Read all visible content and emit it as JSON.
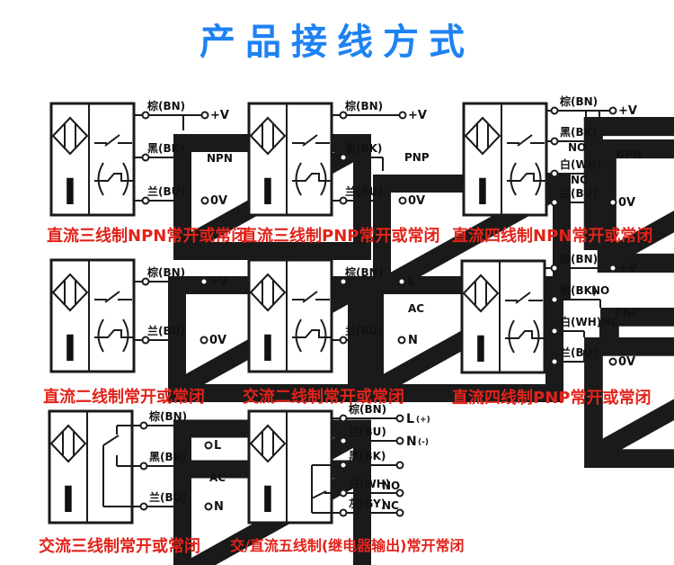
{
  "title": "产品接线方式",
  "sensor_symbol_label": "I",
  "colors": {
    "title_blue": "#1e82f3",
    "caption_red": "#e2231a",
    "line_black": "#1a1a1a"
  },
  "diagrams": [
    {
      "caption": "直流三线制NPN常开或常闭",
      "labels": {
        "bn": "棕(BN)",
        "bk": "黑(BK)",
        "bu": "兰(BU)",
        "vplus": "+V",
        "zero": "0V",
        "type": "NPN"
      }
    },
    {
      "caption": "直流三线制PNP常开或常闭",
      "labels": {
        "bn": "棕(BN)",
        "bk": "黑(BK)",
        "bu": "兰(BU)",
        "vplus": "+V",
        "zero": "0V",
        "type": "PNP"
      }
    },
    {
      "caption": "直流四线制NPN常开或常闭",
      "labels": {
        "bn": "棕(BN)",
        "bk": "黑(BK)",
        "wh": "白(WH)",
        "bu": "兰(BU)",
        "no": "NO",
        "nc": "NC",
        "vplus": "+V",
        "zero": "0V",
        "type": "NPN"
      }
    },
    {
      "caption": "直流二线制常开或常闭",
      "labels": {
        "bn": "棕(BN)",
        "bu": "兰(BU)",
        "vplus": "+V",
        "zero": "0V"
      }
    },
    {
      "caption": "交流二线制常开或常闭",
      "labels": {
        "bn": "棕(BN)",
        "bu": "兰(BU)",
        "l": "L",
        "n": "N",
        "ac": "AC"
      }
    },
    {
      "caption": "直流四线制PNP常开或常闭",
      "labels": {
        "bn": "棕(BN)",
        "bk": "黑(BK)",
        "no": "NO",
        "wh": "白(WH)NC",
        "bu": "兰(BU)",
        "vplus": "+V",
        "zero": "0V",
        "type": "PNP"
      }
    },
    {
      "caption": "交流三线制常开或常闭",
      "labels": {
        "bn": "棕(BN)",
        "bk": "黑(BK)",
        "bu": "兰(BU)",
        "l": "L",
        "n": "N",
        "ac": "AC"
      }
    },
    {
      "caption": "交/直流五线制(继电器输出)常开常闭",
      "labels": {
        "bn": "棕(BN)",
        "bu": "兰(BU)",
        "bk": "黑(BK)",
        "wh": "白(WH)",
        "gy": "灰(GY)",
        "no": "NO",
        "nc": "NC",
        "l": "L",
        "l_sign": "(+)",
        "n": "N",
        "n_sign": "(-)"
      }
    }
  ]
}
